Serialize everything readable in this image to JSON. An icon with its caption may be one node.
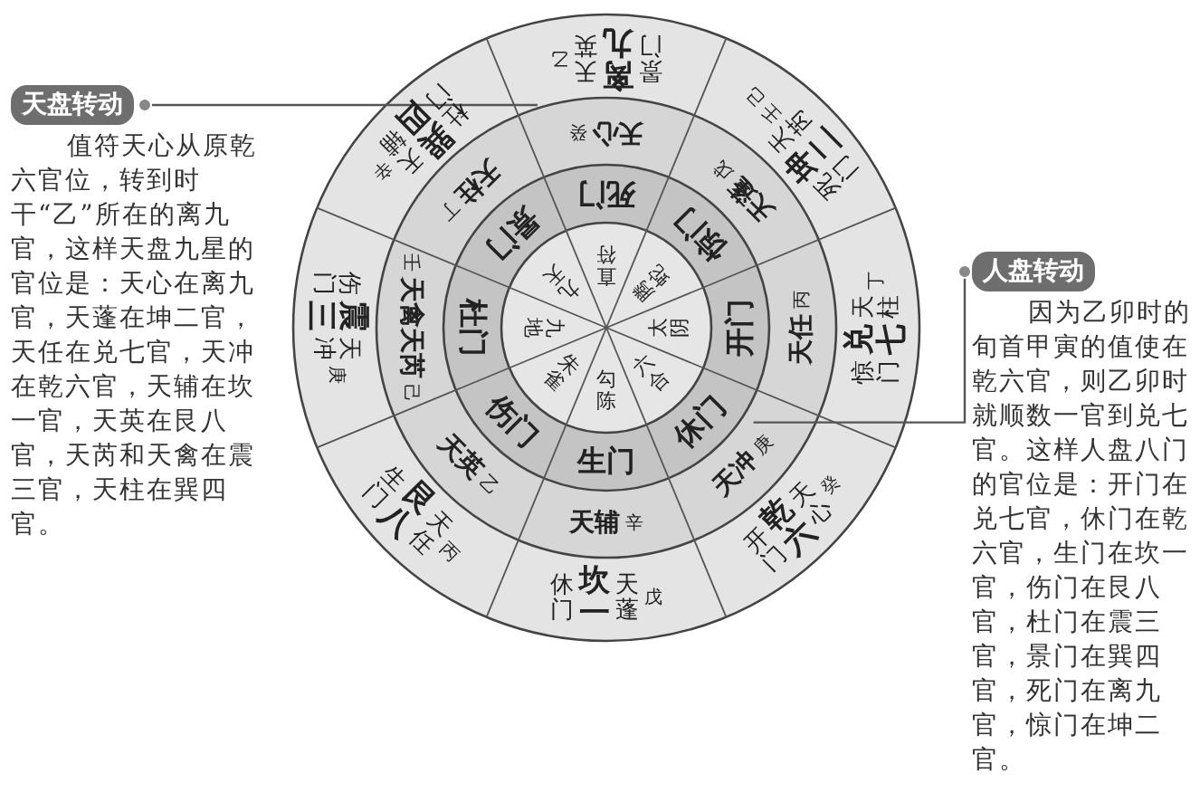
{
  "diagram": {
    "nodes": [
      {
        "text": [
          "天盘转动"
        ],
        "beside": [
          "值符天心从原乾六官位，转到时干“乙”所在的离九官，这样天盘九星的官位是：天心在离九官，天蓬在坤二官，天任在兑七官，天冲在乾六官，天辅在坎一官，天英在艮八官，天芮和天禽在震三官，天柱在巽四官。"
        ]
      },
      {
        "text": [
          "景门",
          "离九",
          "天英",
          "乙"
        ]
      },
      {
        "text": [
          "死门",
          "坤二",
          "天芮",
          "壬",
          "己"
        ]
      },
      {
        "text": [
          "惊门",
          "兑七",
          "天柱",
          "丁"
        ]
      },
      {
        "text": [
          "开门",
          "乾六",
          "天心",
          "癸"
        ]
      },
      {
        "text": [
          "休门",
          "坎一",
          "天蓬",
          "戊"
        ]
      },
      {
        "text": [
          "生门",
          "艮八",
          "天任",
          "丙"
        ]
      },
      {
        "text": [
          "伤门",
          "震三",
          "天冲",
          "庚"
        ]
      },
      {
        "text": [
          "杜门",
          "巽四",
          "天辅",
          "辛"
        ]
      },
      {
        "text": [
          "天心",
          "癸"
        ]
      },
      {
        "text": [
          "天蓬",
          "戊"
        ]
      },
      {
        "text": [
          "天任",
          "丙"
        ]
      },
      {
        "text": [
          "天冲",
          "庚"
        ]
      },
      {
        "text": [
          "天辅",
          "辛"
        ]
      },
      {
        "text": [
          "天英",
          "乙"
        ]
      },
      {
        "text": [
          "壬",
          "天禽天芮",
          "己"
        ]
      },
      {
        "text": [
          "天柱",
          "丁"
        ]
      },
      {
        "text": [
          "死门"
        ]
      },
      {
        "text": [
          "惊门"
        ]
      },
      {
        "text": [
          "开门"
        ]
      },
      {
        "text": [
          "休门"
        ]
      },
      {
        "text": [
          "生门"
        ]
      },
      {
        "text": [
          "伤门"
        ]
      },
      {
        "text": [
          "杜门"
        ]
      },
      {
        "text": [
          "景门"
        ]
      },
      {
        "text": [
          "直符"
        ]
      },
      {
        "text": [
          "腾蛇"
        ]
      },
      {
        "text": [
          "太阴"
        ]
      },
      {
        "text": [
          "六合"
        ]
      },
      {
        "text": [
          "勾陈"
        ]
      },
      {
        "text": [
          "朱雀"
        ]
      },
      {
        "text": [
          "九地"
        ]
      },
      {
        "text": [
          "九天"
        ]
      },
      {
        "text": [
          "人盘转动"
        ],
        "beside": [
          "因为乙卯时的旬首甲寅的值使在乾六官，则乙卯时就顺数一官到兑七官。这样人盘八门的官位是：开门在兑七官，休门在乾六官，生门在坎一官，伤门在艮八官，杜门在震三官，景门在巽四官，死门在离九官，惊门在坤二官。"
        ]
      }
    ],
    "edges": [
      {
        "from": 0,
        "to": 9,
        "arrow": "other"
      },
      {
        "from": 33,
        "to": 20,
        "arrow": "other"
      }
    ]
  }
}
